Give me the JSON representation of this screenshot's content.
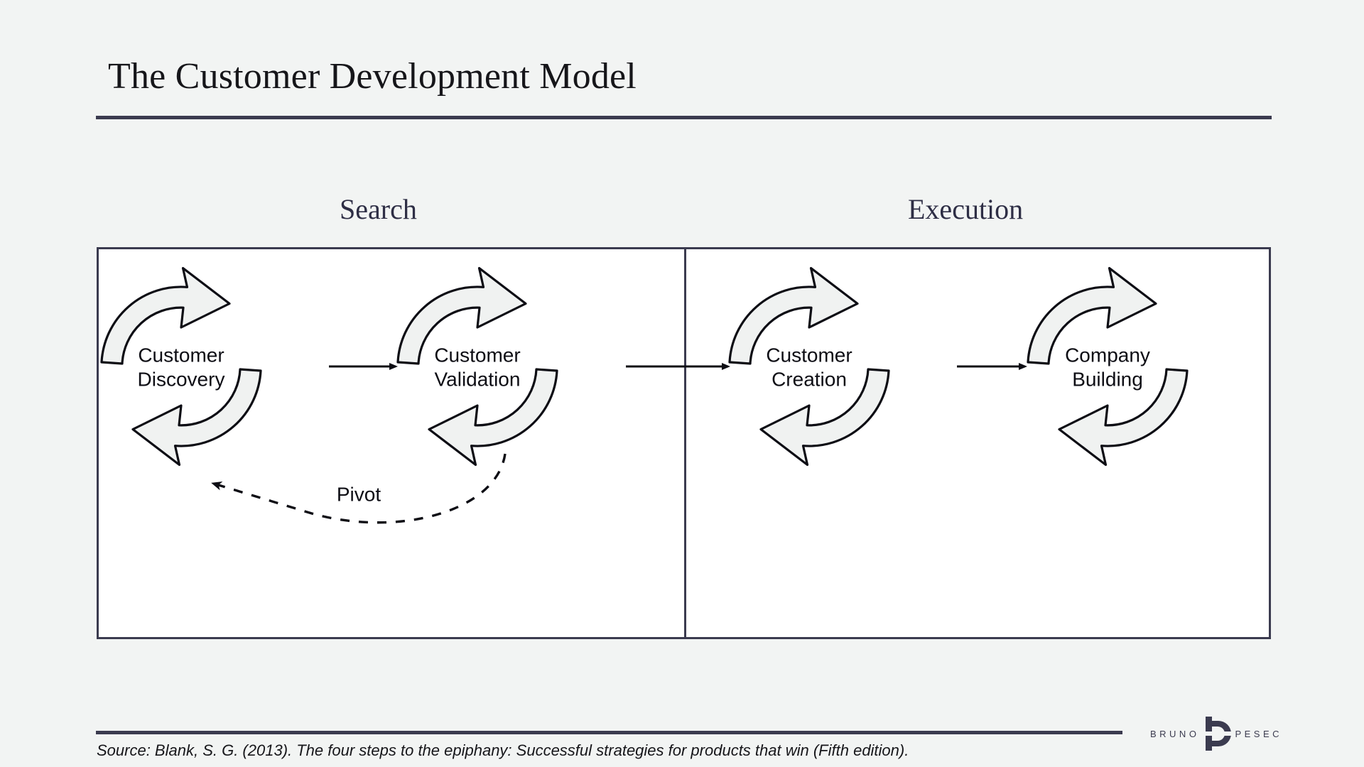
{
  "slide": {
    "title": "The Customer Development Model",
    "background_color": "#f2f4f3",
    "rule_color": "#3b3b4f"
  },
  "phases": [
    {
      "key": "search",
      "label": "Search"
    },
    {
      "key": "execution",
      "label": "Execution"
    }
  ],
  "diagram": {
    "frame_border_color": "#3b3b4f",
    "frame_fill_color": "#ffffff",
    "cycle_fill_color": "#f0f2f1",
    "cycle_stroke_color": "#0d0d14",
    "steps": [
      {
        "key": "customer-discovery",
        "line1": "Customer",
        "line2": "Discovery",
        "phase": "search"
      },
      {
        "key": "customer-validation",
        "line1": "Customer",
        "line2": "Validation",
        "phase": "search"
      },
      {
        "key": "customer-creation",
        "line1": "Customer",
        "line2": "Creation",
        "phase": "execution"
      },
      {
        "key": "company-building",
        "line1": "Company",
        "line2": "Building",
        "phase": "execution"
      }
    ],
    "pivot": {
      "label": "Pivot",
      "from": "customer-validation",
      "to": "customer-discovery",
      "style": "dashed"
    }
  },
  "footer": {
    "source": "Source: Blank, S. G. (2013). The four steps to the epiphany: Successful strategies for products that win (Fifth edition)."
  },
  "logo": {
    "first_word": "BRUNO",
    "second_word": "PESEC",
    "color": "#3b3b4f"
  }
}
